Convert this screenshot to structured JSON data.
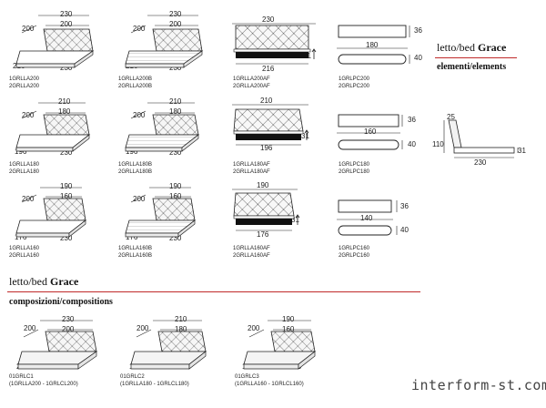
{
  "header": {
    "series_label": "letto/bed",
    "series_name": "Grace",
    "section_label": "elementi/elements"
  },
  "compositions_header": {
    "series_label": "letto/bed",
    "series_name": "Grace",
    "section_label": "composizioni/compositions"
  },
  "beds": {
    "r1c1": {
      "dims": [
        "230",
        "200",
        "216",
        "230"
      ],
      "codes": [
        "1GRLLA200",
        "2GRLLA200"
      ]
    },
    "r1c2": {
      "dims": [
        "230",
        "200",
        "216",
        "230"
      ],
      "codes": [
        "1GRLLA200B",
        "2GRLLA200B"
      ]
    },
    "r1c3": {
      "dims": [
        "230",
        "216",
        "31"
      ],
      "codes": [
        "1GRLLA200AF",
        "2GRLLA200AF"
      ]
    },
    "r1c4": {
      "dims": [
        "36",
        "180",
        "40"
      ],
      "codes": [
        "1GRLPC200",
        "2GRLPC200"
      ]
    },
    "r2c1": {
      "dims": [
        "210",
        "180",
        "200",
        "196",
        "230"
      ],
      "codes": [
        "1GRLLA180",
        "2GRLLA180"
      ]
    },
    "r2c2": {
      "dims": [
        "210",
        "180",
        "200",
        "196",
        "230"
      ],
      "codes": [
        "1GRLLA180B",
        "2GRLLA180B"
      ]
    },
    "r2c3": {
      "dims": [
        "210",
        "196",
        "31"
      ],
      "codes": [
        "1GRLLA180AF",
        "2GRLLA180AF"
      ]
    },
    "r2c4": {
      "dims": [
        "36",
        "160",
        "40"
      ],
      "codes": [
        "1GRLPC180",
        "2GRLPC180"
      ]
    },
    "r3c1": {
      "dims": [
        "190",
        "160",
        "200",
        "176",
        "230"
      ],
      "codes": [
        "1GRLLA160",
        "2GRLLA160"
      ]
    },
    "r3c2": {
      "dims": [
        "190",
        "160",
        "200",
        "176",
        "230"
      ],
      "codes": [
        "1GRLLA160B",
        "2GRLLA160B"
      ]
    },
    "r3c3": {
      "dims": [
        "190",
        "176",
        "31"
      ],
      "codes": [
        "1GRLLA160AF",
        "2GRLLA160AF"
      ]
    },
    "r3c4": {
      "dims": [
        "36",
        "140",
        "40"
      ],
      "codes": [
        "1GRLPC160",
        "2GRLPC160"
      ]
    }
  },
  "side_view": {
    "dims": [
      "25",
      "110",
      "31",
      "230"
    ]
  },
  "compositions": [
    {
      "dims": [
        "230",
        "200",
        "216",
        "230"
      ],
      "code": "01GRLC1",
      "detail": "(1GRLLA200 - 1GRLCL200)"
    },
    {
      "dims": [
        "210",
        "180",
        "200",
        "196",
        "230"
      ],
      "code": "01GRLC2",
      "detail": "(1GRLLA180 - 1GRLCL180)"
    },
    {
      "dims": [
        "190",
        "160",
        "200",
        "176",
        "230"
      ],
      "code": "01GRLC3",
      "detail": "(1GRLLA160 - 1GRLCL160)"
    }
  ],
  "watermark": "interform-st.com",
  "icons": [
    "arrow-up-icon",
    "dimension-line-icon",
    "quilted-headboard-pattern"
  ]
}
